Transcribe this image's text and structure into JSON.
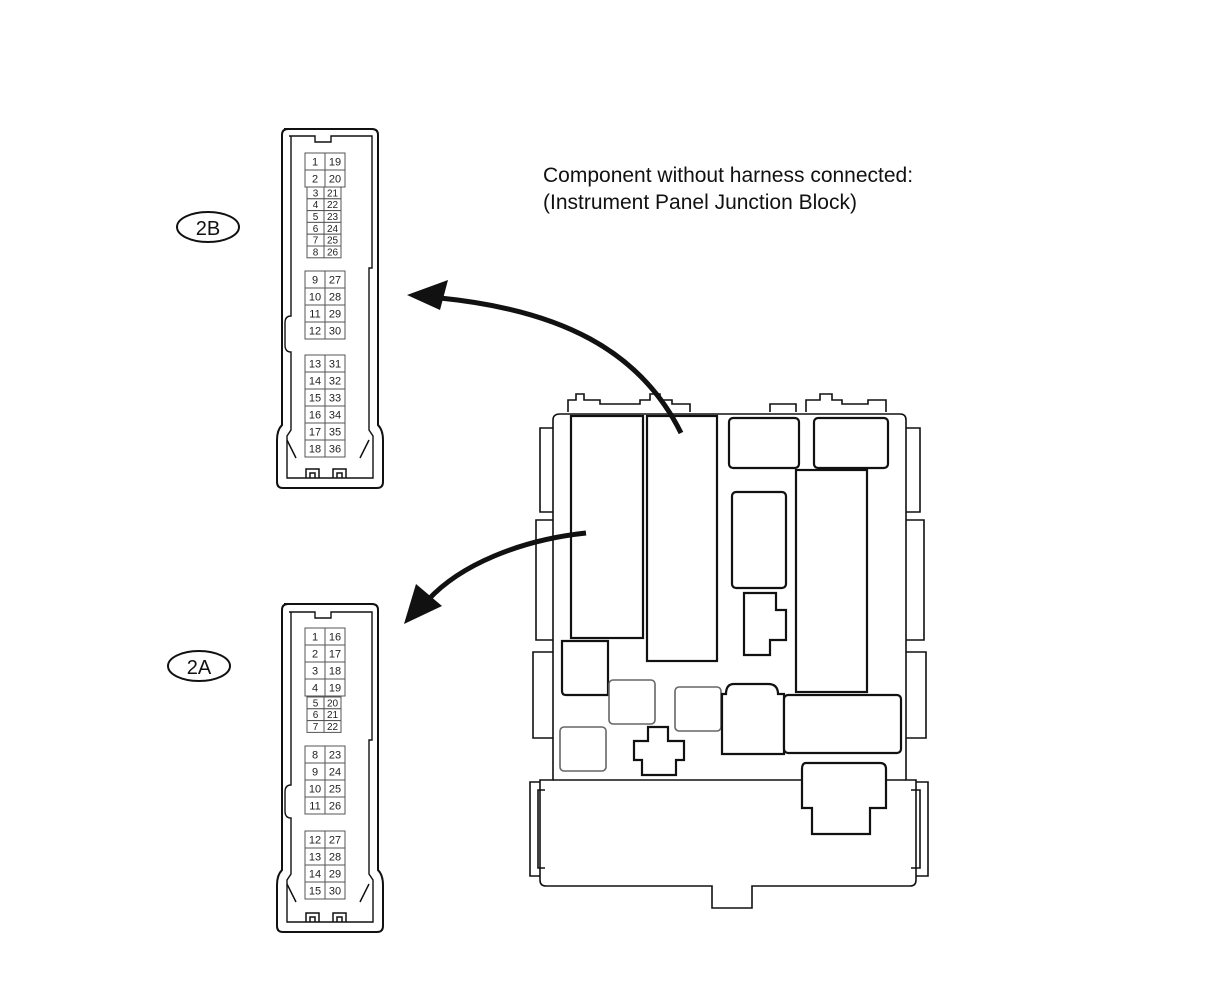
{
  "caption": {
    "line1": "Component without harness connected:",
    "line2": "(Instrument Panel Junction Block)"
  },
  "connectors": {
    "c2b": {
      "label": "2B",
      "groups": [
        {
          "style": "small",
          "rows": [
            [
              "1",
              "19"
            ],
            [
              "2",
              "20"
            ]
          ]
        },
        {
          "style": "tiny",
          "rows": [
            [
              "3",
              "21"
            ],
            [
              "4",
              "22"
            ],
            [
              "5",
              "23"
            ],
            [
              "6",
              "24"
            ],
            [
              "7",
              "25"
            ],
            [
              "8",
              "26"
            ]
          ]
        },
        {
          "style": "small",
          "rows": [
            [
              "9",
              "27"
            ],
            [
              "10",
              "28"
            ],
            [
              "11",
              "29"
            ],
            [
              "12",
              "30"
            ]
          ]
        },
        {
          "style": "small",
          "rows": [
            [
              "13",
              "31"
            ],
            [
              "14",
              "32"
            ],
            [
              "15",
              "33"
            ],
            [
              "16",
              "34"
            ],
            [
              "17",
              "35"
            ],
            [
              "18",
              "36"
            ]
          ]
        }
      ]
    },
    "c2a": {
      "label": "2A",
      "groups": [
        {
          "style": "small",
          "rows": [
            [
              "1",
              "16"
            ],
            [
              "2",
              "17"
            ],
            [
              "3",
              "18"
            ],
            [
              "4",
              "19"
            ]
          ]
        },
        {
          "style": "tiny",
          "rows": [
            [
              "5",
              "20"
            ],
            [
              "6",
              "21"
            ],
            [
              "7",
              "22"
            ]
          ]
        },
        {
          "style": "small",
          "rows": [
            [
              "8",
              "23"
            ],
            [
              "9",
              "24"
            ],
            [
              "10",
              "25"
            ],
            [
              "11",
              "26"
            ]
          ]
        },
        {
          "style": "small",
          "rows": [
            [
              "12",
              "27"
            ],
            [
              "13",
              "28"
            ],
            [
              "14",
              "29"
            ],
            [
              "15",
              "30"
            ]
          ]
        }
      ]
    }
  },
  "colors": {
    "line": "#111111",
    "grid": "#555555",
    "background": "#ffffff"
  }
}
